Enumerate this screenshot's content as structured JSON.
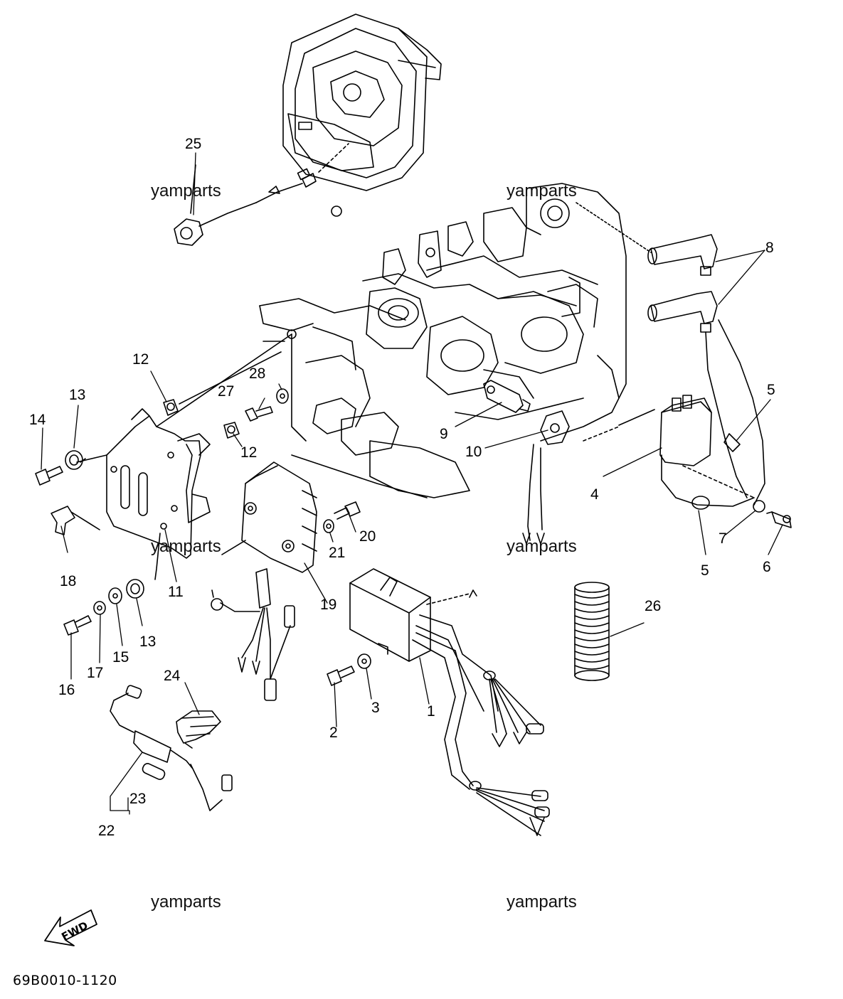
{
  "watermarks": [
    "yamparts",
    "yamparts",
    "yamparts",
    "yamparts",
    "yamparts",
    "yamparts"
  ],
  "callouts": [
    "1",
    "2",
    "3",
    "4",
    "5",
    "5",
    "6",
    "7",
    "8",
    "9",
    "10",
    "11",
    "12",
    "12",
    "13",
    "13",
    "14",
    "15",
    "16",
    "17",
    "18",
    "19",
    "20",
    "21",
    "22",
    "23",
    "24",
    "25",
    "26",
    "27",
    "28"
  ],
  "fwd_label": "FWD",
  "diagram_code": "69B0010-1120",
  "colors": {
    "ink": "#000000",
    "paper": "#ffffff"
  }
}
